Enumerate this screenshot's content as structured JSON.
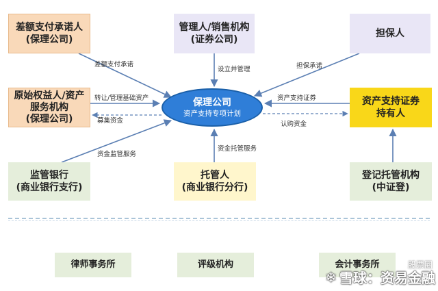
{
  "boxes": {
    "top_left": [
      "差额支付承诺人",
      "(保理公司)"
    ],
    "top_center": [
      "管理人/销售机构",
      "(证券公司)"
    ],
    "top_right": [
      "担保人"
    ],
    "mid_left": [
      "原始权益人/资产",
      "服务机构",
      "(保理公司)"
    ],
    "mid_right": [
      "资产支持证券",
      "持有人"
    ],
    "bottom_left": [
      "监管银行",
      "(商业银行支行)"
    ],
    "bottom_center": [
      "托管人",
      "(商业银行分行)"
    ],
    "bottom_right": [
      "登记托管机构",
      "(中证登)"
    ],
    "service_1": [
      "律师事务所"
    ],
    "service_2": [
      "评级机构"
    ],
    "service_3": [
      "会计事务所"
    ]
  },
  "center": {
    "title": "保理公司",
    "subtitle": "资产支持专项计划"
  },
  "edge_labels": {
    "e1": "差额支付承诺",
    "e2": "设立并管理",
    "e3": "担保承诺",
    "e4": "转让/管理基础资产",
    "e5": "募集资金",
    "e6": "资产支持证券",
    "e7": "认购资金",
    "e8": "资金监管服务",
    "e9": "资金托管服务"
  },
  "watermark": {
    "brand": "雪球：资易金融",
    "badge": "股票圈"
  },
  "colors": {
    "orange": "#f9d9b9",
    "lavender": "#e9e6f6",
    "yellow": "#f9d719",
    "green": "#e5eedb",
    "yellow_light": "#fff6cc",
    "center": "#2f7ed8",
    "arrow": "#5b7fb3"
  }
}
